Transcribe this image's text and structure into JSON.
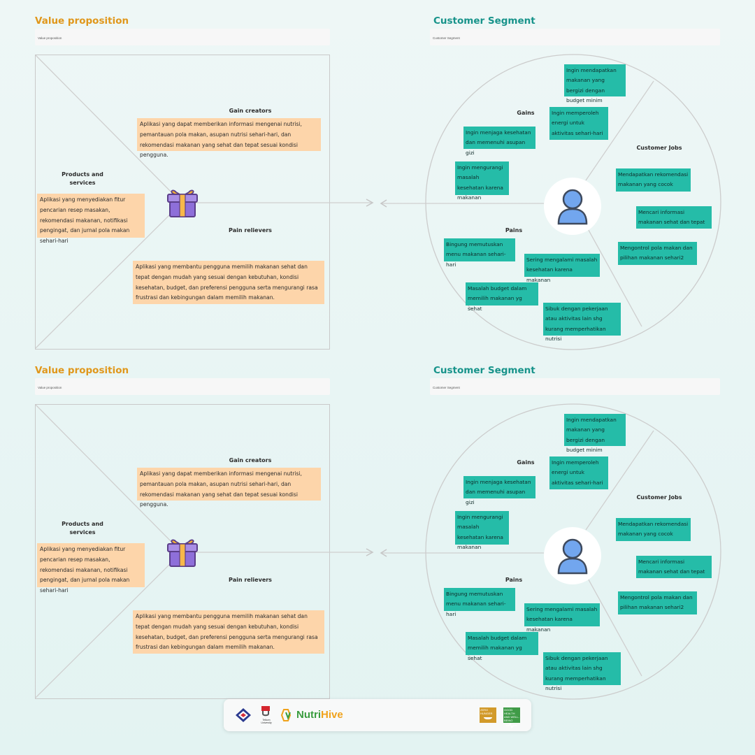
{
  "board": {
    "vp_title": "Value proposition",
    "vp_subtitle": "Value proposition",
    "cs_title": "Customer Segment",
    "cs_subtitle": "Customer Segment",
    "labels": {
      "gain_creators": "Gain creators",
      "products_services": "Products and services",
      "pain_relievers": "Pain relievers",
      "gains": "Gains",
      "customer_jobs": "Customer Jobs",
      "pains": "Pains"
    },
    "gain_creators_note": "Aplikasi yang dapat memberikan informasi mengenai nutrisi, pemantauan pola makan, asupan nutrisi sehari-hari, dan rekomendasi makanan yang sehat dan tepat sesuai kondisi pengguna.",
    "products_note": "Aplikasi yang menyediakan fitur pencarian resep masakan, rekomendasi makanan, notifikasi pengingat, dan jurnal pola makan sehari-hari",
    "pain_relievers_note": "Aplikasi yang membantu pengguna memilih makanan sehat dan tepat dengan mudah yang sesuai dengan kebutuhan, kondisi kesehatan, budget, dan preferensi pengguna serta mengurangi rasa frustrasi dan kebingungan dalam memilih makanan.",
    "gains_notes": [
      "Ingin mendapatkan makanan yang bergizi dengan budget minim",
      "Ingin memperoleh energi untuk aktivitas sehari-hari",
      "Ingin menjaga kesehatan dan memenuhi asupan gizi",
      "Ingin mengurangi masalah kesehatan karena makanan"
    ],
    "jobs_notes": [
      "Mendapatkan rekomendasi makanan yang cocok",
      "Mencari informasi makanan sehat dan tepat",
      "Mengontrol pola makan dan pilihan makanan sehari2"
    ],
    "pains_notes": [
      "Bingung memutuskan menu makanan sehari-hari",
      "Sering mengalami masalah kesehatan karena makanan",
      "Masalah budget dalam memilih makanan yg sehat",
      "Sibuk dengan pekerjaan atau aktivitas lain shg kurang memperhatikan nutrisi"
    ]
  },
  "footer": {
    "telkom": "Telkom University",
    "brand_prefix": "Nutri",
    "brand_suffix": "Hive",
    "sdg2": "ZERO HUNGER",
    "sdg3": "GOOD HEALTH AND WELL-BEING"
  },
  "colors": {
    "orange_note": "#fdd5aa",
    "teal_note": "#25bca8",
    "vp_title": "#e0971b",
    "cs_title": "#17938a"
  }
}
